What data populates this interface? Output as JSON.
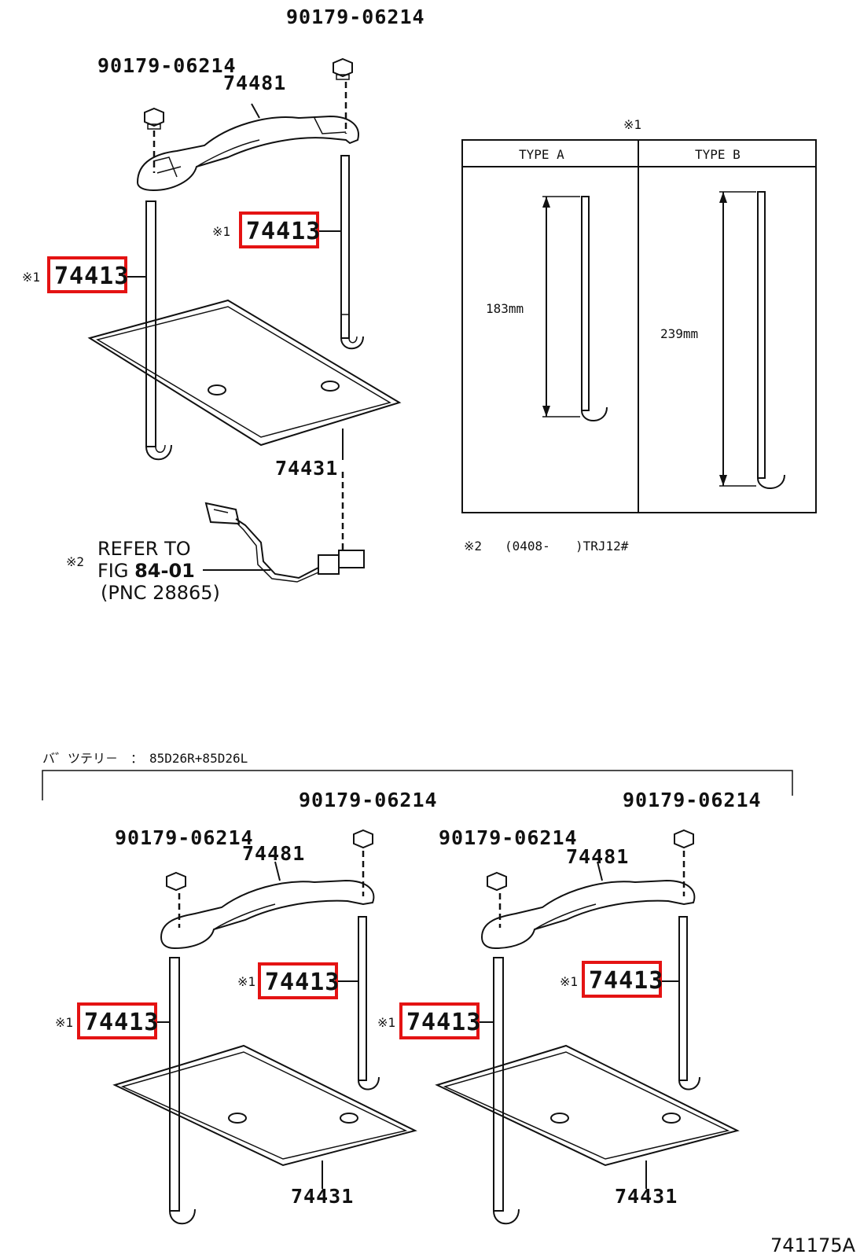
{
  "top": {
    "nut_a_label": "90179-06214",
    "nut_b_label": "90179-06214",
    "clamp_label": "74481",
    "rod_right_mark": "※1",
    "rod_right_label": "74413",
    "rod_left_mark": "※1",
    "rod_left_label": "74413",
    "tray_label": "74431",
    "refer_mark": "※2",
    "refer_line1": "REFER TO",
    "refer_line2_prefix": "FIG ",
    "refer_line2_num": "84-01",
    "refer_line3": "(PNC 28865)"
  },
  "type_table": {
    "mark": "※1",
    "col_a": "TYPE A",
    "col_b": "TYPE B",
    "len_a": "183mm",
    "len_b": "239mm"
  },
  "note2": {
    "mark": "※2",
    "text_a": "(0408-",
    "text_b": ")TRJ12#"
  },
  "bottom": {
    "battery_label": "バ゛ツテリ－　：　85D26R+85D26L",
    "left": {
      "nut_a_label": "90179-06214",
      "nut_b_label": "90179-06214",
      "clamp_label": "74481",
      "rod_right_mark": "※1",
      "rod_right_label": "74413",
      "rod_left_mark": "※1",
      "rod_left_label": "74413",
      "tray_label": "74431"
    },
    "right": {
      "nut_a_label": "90179-06214",
      "nut_b_label": "90179-06214",
      "clamp_label": "74481",
      "rod_right_mark": "※1",
      "rod_right_label": "74413",
      "rod_left_mark": "※1",
      "rod_left_label": "74413",
      "tray_label": "74431"
    }
  },
  "figure_id": "741175A",
  "colors": {
    "highlight": "#e41313",
    "ink": "#111111"
  }
}
